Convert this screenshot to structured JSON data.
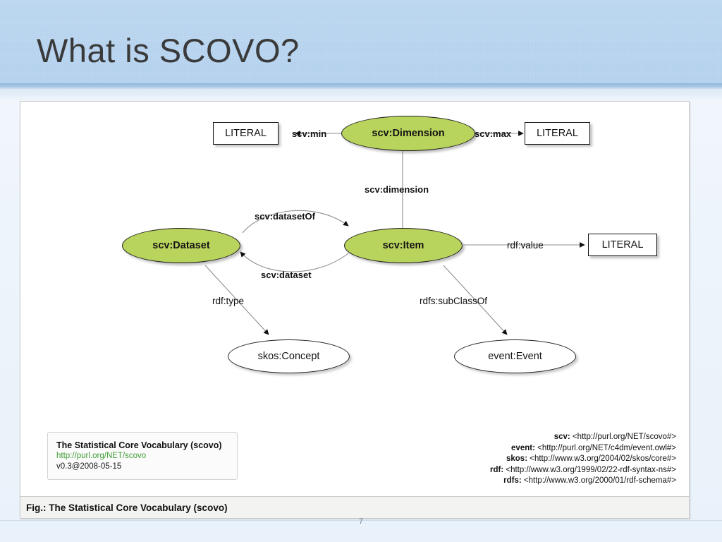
{
  "slide": {
    "title": "What is SCOVO?",
    "page_number": "7",
    "accent_color": "#b3d0ed",
    "node_fill_color": "#b9d45c",
    "link_color": "#3f9c35"
  },
  "figure": {
    "caption": "Fig.: The Statistical Core Vocabulary (scovo)",
    "nodes": [
      {
        "id": "literal-min",
        "label": "LITERAL",
        "shape": "rect"
      },
      {
        "id": "dimension",
        "label": "scv:Dimension",
        "shape": "ellipse-green"
      },
      {
        "id": "literal-max",
        "label": "LITERAL",
        "shape": "rect"
      },
      {
        "id": "dataset",
        "label": "scv:Dataset",
        "shape": "ellipse-green"
      },
      {
        "id": "item",
        "label": "scv:Item",
        "shape": "ellipse-green"
      },
      {
        "id": "literal-value",
        "label": "LITERAL",
        "shape": "rect"
      },
      {
        "id": "concept",
        "label": "skos:Concept",
        "shape": "ellipse-white"
      },
      {
        "id": "event",
        "label": "event:Event",
        "shape": "ellipse-white"
      }
    ],
    "edges": [
      {
        "id": "edge-min",
        "label": "scv:min",
        "from": "dimension",
        "to": "literal-min"
      },
      {
        "id": "edge-max",
        "label": "scv:max",
        "from": "dimension",
        "to": "literal-max"
      },
      {
        "id": "edge-dimension",
        "label": "scv:dimension",
        "from": "item",
        "to": "dimension"
      },
      {
        "id": "edge-datasetof",
        "label": "scv:datasetOf",
        "from": "dataset",
        "to": "item"
      },
      {
        "id": "edge-dataset",
        "label": "scv:dataset",
        "from": "item",
        "to": "dataset"
      },
      {
        "id": "edge-value",
        "label": "rdf:value",
        "from": "item",
        "to": "literal-value"
      },
      {
        "id": "edge-type",
        "label": "rdf:type",
        "from": "dataset",
        "to": "concept"
      },
      {
        "id": "edge-subclassof",
        "label": "rdfs:subClassOf",
        "from": "item",
        "to": "event"
      }
    ]
  },
  "infobox": {
    "title": "The Statistical Core Vocabulary (scovo)",
    "url": "http://purl.org/NET/scovo",
    "version": "v0.3@2008-05-15"
  },
  "namespaces": [
    {
      "prefix": "scv:",
      "uri": "<http://purl.org/NET/scovo#>"
    },
    {
      "prefix": "event:",
      "uri": "<http://purl.org/NET/c4dm/event.owl#>"
    },
    {
      "prefix": "skos:",
      "uri": "<http://www.w3.org/2004/02/skos/core#>"
    },
    {
      "prefix": "rdf:",
      "uri": "<http://www.w3.org/1999/02/22-rdf-syntax-ns#>"
    },
    {
      "prefix": "rdfs:",
      "uri": "<http://www.w3.org/2000/01/rdf-schema#>"
    }
  ]
}
